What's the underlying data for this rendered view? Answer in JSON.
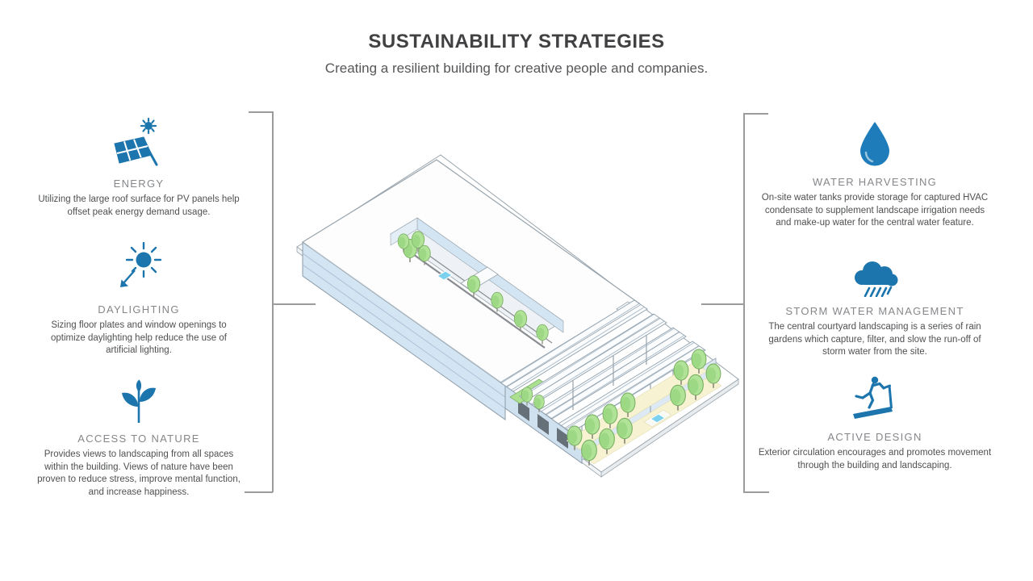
{
  "header": {
    "title": "SUSTAINABILITY STRATEGIES",
    "subtitle": "Creating a resilient building for creative people and companies."
  },
  "left_features": [
    {
      "id": "energy",
      "icon": "solar-panel-icon",
      "title": "ENERGY",
      "description": "Utilizing the large roof surface for PV panels help offset peak energy demand usage."
    },
    {
      "id": "daylighting",
      "icon": "sun-arrow-icon",
      "title": "DAYLIGHTING",
      "description": "Sizing floor plates and window openings to optimize daylighting help reduce the use of artificial lighting."
    },
    {
      "id": "access-to-nature",
      "icon": "plant-sprout-icon",
      "title": "ACCESS TO NATURE",
      "description": "Provides views to landscaping from all spaces within the building. Views of nature have been proven to reduce stress, improve mental function, and increase happiness."
    }
  ],
  "right_features": [
    {
      "id": "water-harvesting",
      "icon": "water-drop-icon",
      "title": "WATER HARVESTING",
      "description": "On-site water tanks provide storage for captured HVAC condensate to supplement landscape irrigation needs and make-up water for the central water feature."
    },
    {
      "id": "storm-water-management",
      "icon": "rain-cloud-icon",
      "title": "STORM WATER MANAGEMENT",
      "description": "The central courtyard landscaping is a series of rain gardens which capture, filter, and slow the run-off of storm water from the site."
    },
    {
      "id": "active-design",
      "icon": "treadmill-runner-icon",
      "title": "ACTIVE DESIGN",
      "description": "Exterior circulation encourages and promotes movement through the building and landscaping."
    }
  ],
  "colors": {
    "accent_blue": "#1c75ad",
    "title_text": "#414042",
    "heading_text": "#85878a",
    "body_text": "#4f5052",
    "bracket_gray": "#9b9b9b",
    "building_facade_blue": "#d3e4f2",
    "tree_green": "#b0e297",
    "water_cyan": "#7cd1ee",
    "ground_cream": "#f7f3d2"
  }
}
